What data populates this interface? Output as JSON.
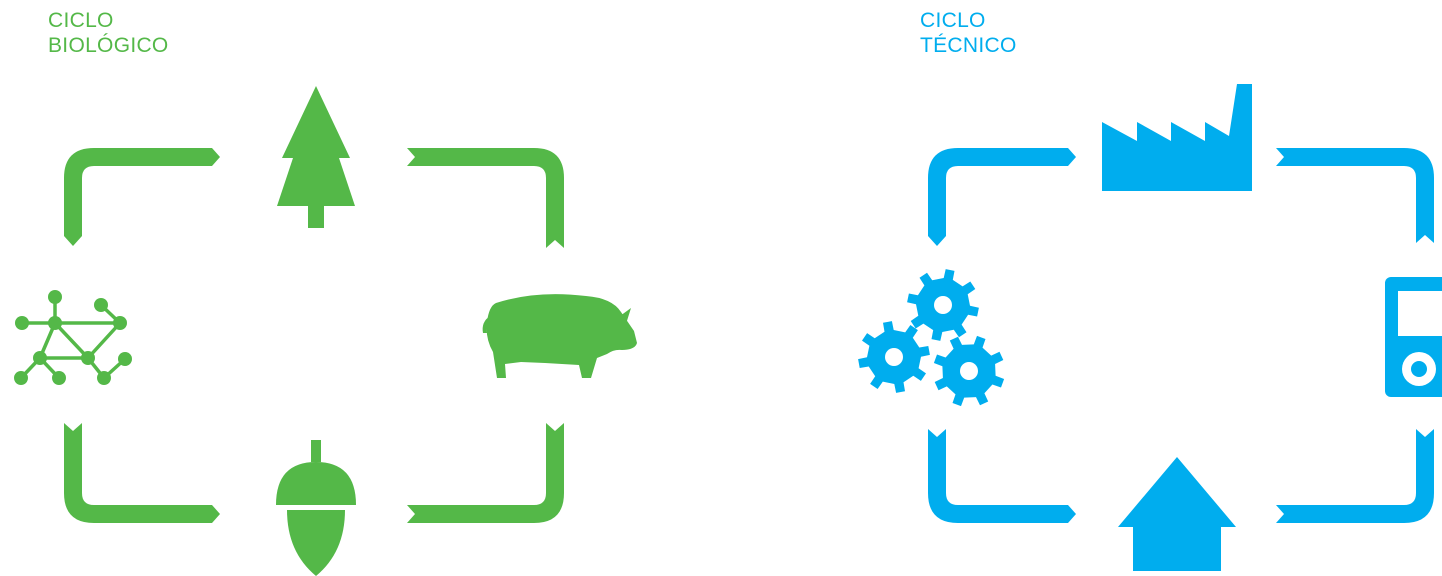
{
  "colors": {
    "biological": "#54b848",
    "technical": "#00adee"
  },
  "biological_cycle": {
    "title_line1": "CICLO",
    "title_line2": "BIOLÓGICO",
    "icons": [
      "tree-icon",
      "pig-icon",
      "acorn-icon",
      "molecule-network-icon"
    ]
  },
  "technical_cycle": {
    "title_line1": "CICLO",
    "title_line2": "TÉCNICO",
    "icons": [
      "factory-icon",
      "music-player-icon",
      "house-icon",
      "gears-icon"
    ]
  }
}
